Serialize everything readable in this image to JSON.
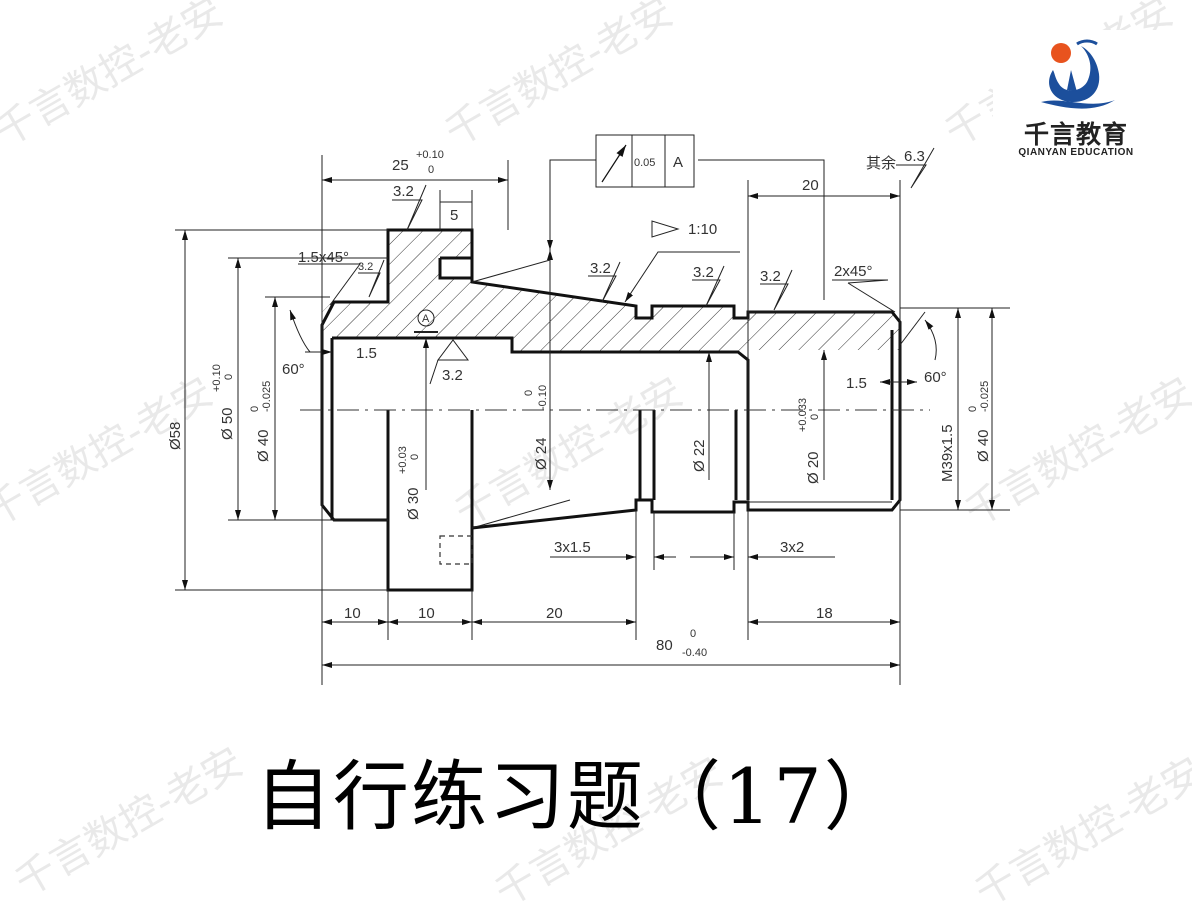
{
  "watermark": {
    "text": "千言数控-老安"
  },
  "logo": {
    "name_cn": "千言教育",
    "name_en": "QIANYAN EDUCATION",
    "colors": {
      "orange": "#e8531e",
      "blue": "#1c4f9c"
    }
  },
  "title": "自行练习题（17）",
  "drawing": {
    "length_dims": {
      "d25": "25",
      "d25_tol_upper": "+0.10",
      "d25_tol_lower": "0",
      "d5": "5",
      "d20_top": "20",
      "d10_a": "10",
      "d10_b": "10",
      "d20_bottom": "20",
      "d18": "18",
      "d80": "80",
      "d80_tol_upper": "0",
      "d80_tol_lower": "-0.40",
      "groove_left": "3x1.5",
      "groove_right": "3x2",
      "chamfer_left_depth": "1.5",
      "chamfer_right_depth": "1.5"
    },
    "diameter_dims": {
      "d58": "Ø58",
      "d50": "Ø 50",
      "d50_tol_upper": "+0.10",
      "d50_tol_lower": "0",
      "d40_left": "Ø 40",
      "d40_left_tol_upper": "0",
      "d40_left_tol_lower": "-0.025",
      "d30": "Ø 30",
      "d30_tol_upper": "+0.03",
      "d30_tol_lower": "0",
      "d24": "Ø 24",
      "d24_tol_upper": "0",
      "d24_tol_lower": "-0.10",
      "d22": "Ø 22",
      "d20": "Ø 20",
      "d20_tol_upper": "+0.033",
      "d20_tol_lower": "0",
      "thread": "M39x1.5",
      "d40_right": "Ø 40",
      "d40_right_tol_upper": "0",
      "d40_right_tol_lower": "-0.025"
    },
    "annotations": {
      "chamfer_left": "1.5x45°",
      "chamfer_right": "2x45°",
      "angle_left": "60°",
      "angle_right": "60°",
      "taper": "1:10",
      "datum": "A",
      "roughness_rest_label": "其余",
      "roughness_rest_value": "6.3",
      "roughness_values": [
        "3.2",
        "3.2",
        "3.2",
        "3.2",
        "3.2",
        "3.2"
      ],
      "tolerance_frame": {
        "symbol": "circular-runout",
        "value": "0.05",
        "datum": "A"
      }
    }
  }
}
